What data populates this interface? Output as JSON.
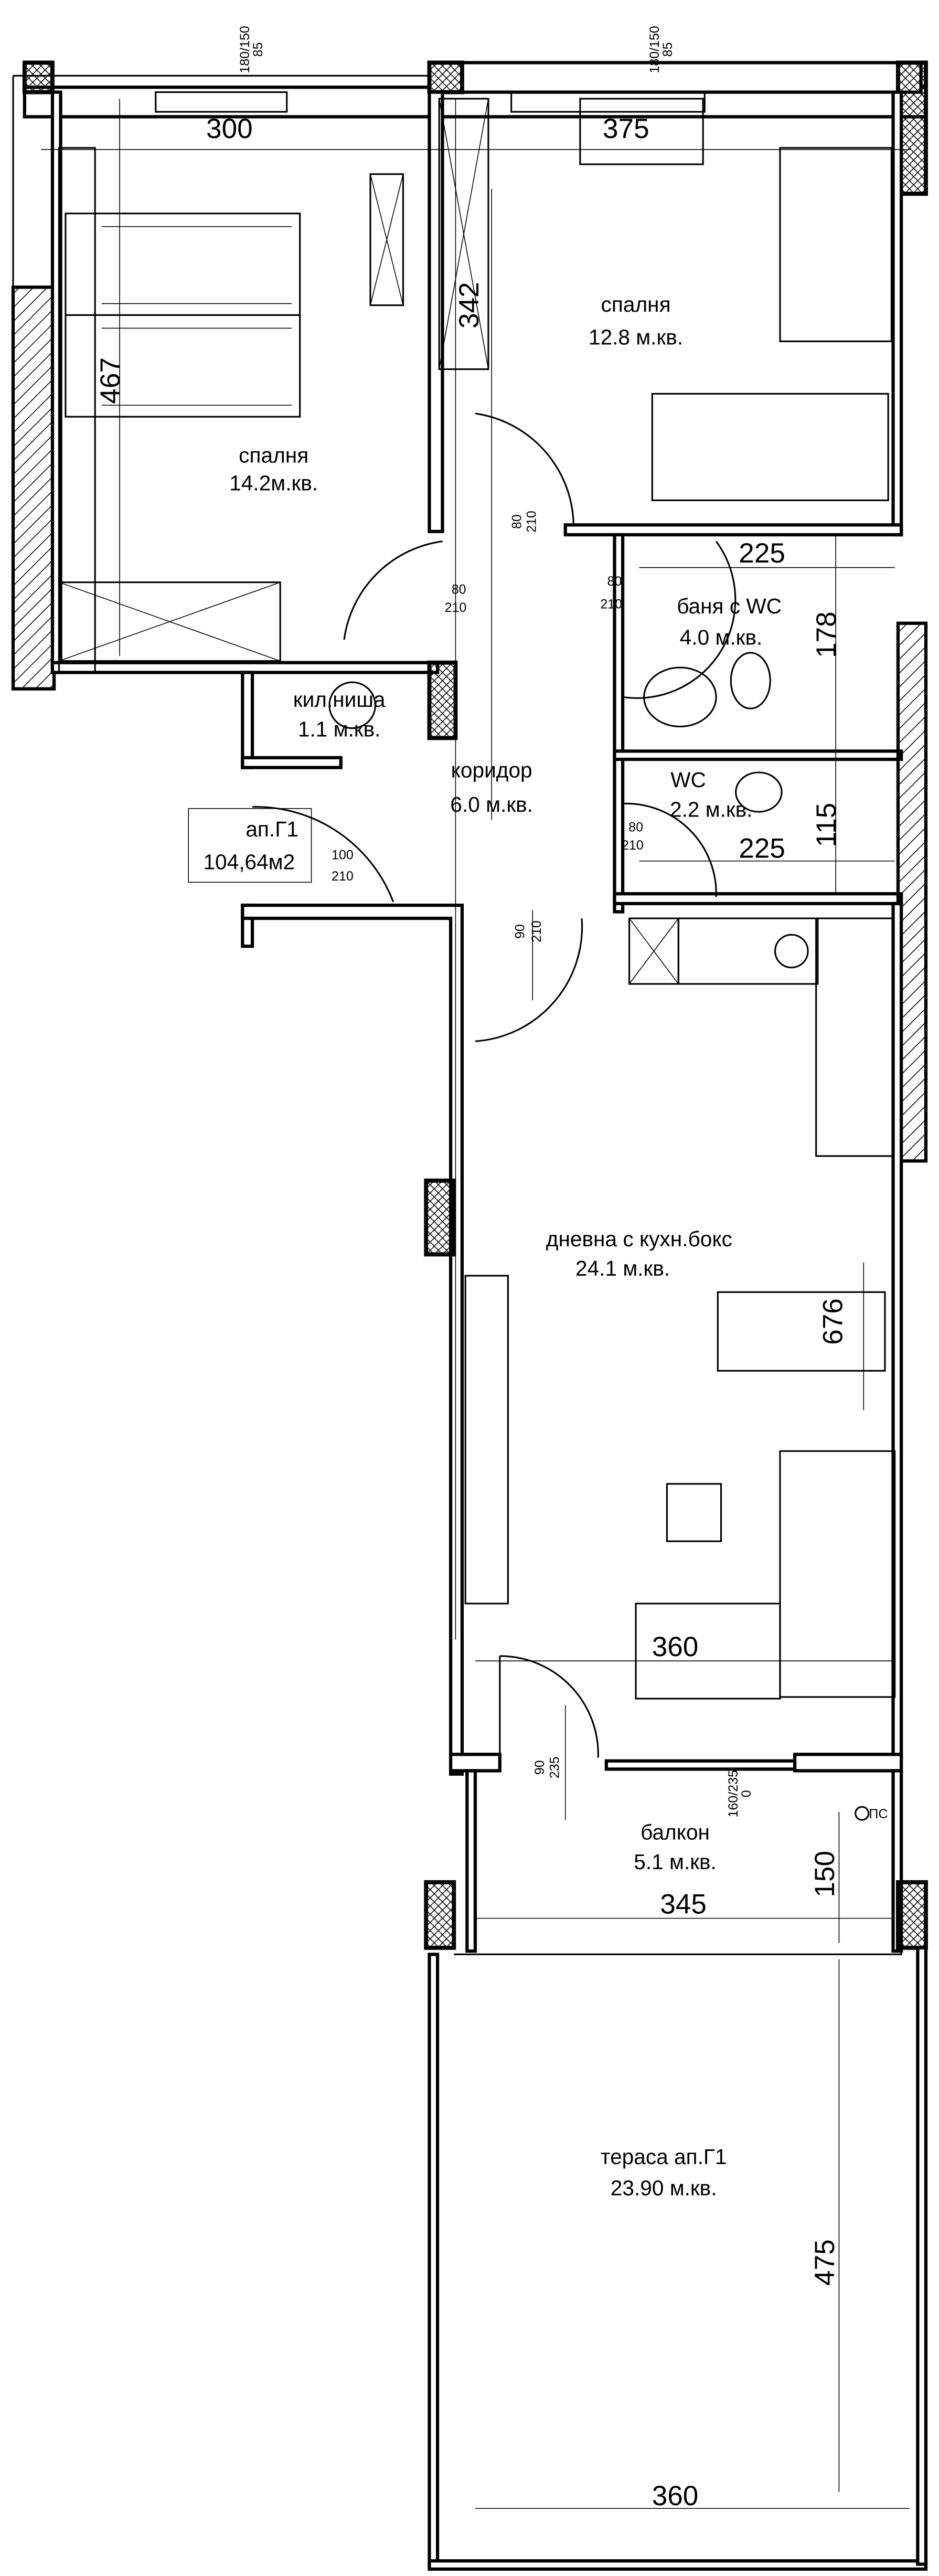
{
  "rooms": {
    "bedroom1": {
      "name": "спалня",
      "area": "14.2м.кв."
    },
    "bedroom2": {
      "name": "спалня",
      "area": "12.8 м.кв."
    },
    "bathroom": {
      "name": "баня с WC",
      "area": "4.0 м.кв."
    },
    "wc": {
      "name": "WC",
      "area": "2.2 м.кв."
    },
    "closet": {
      "name": "кил.ниша",
      "area": "1.1 м.кв."
    },
    "corridor": {
      "name": "коридор",
      "area": "6.0 м.кв."
    },
    "living": {
      "name": "дневна с кухн.бокс",
      "area": "24.1 м.кв."
    },
    "balcony": {
      "name": "балкон",
      "area": "5.1 м.кв."
    },
    "terrace": {
      "name": "тераса ап.Г1",
      "area": "23.90 м.кв."
    }
  },
  "apartment": {
    "name": "ап.Г1",
    "area": "104,64м2"
  },
  "dimensions": {
    "d300": "300",
    "d375": "375",
    "d342": "342",
    "d467": "467",
    "d225a": "225",
    "d178": "178",
    "d225b": "225",
    "d115": "115",
    "d676": "676",
    "d360a": "360",
    "d345": "345",
    "d150": "150",
    "d475": "475",
    "d360b": "360"
  },
  "openings": {
    "win1": {
      "top": "180/150",
      "bottom": "85"
    },
    "win2": {
      "top": "180/150",
      "bottom": "85"
    },
    "door_bed2": {
      "top": "80",
      "bottom": "210"
    },
    "door_bed1": {
      "top": "80",
      "bottom": "210"
    },
    "door_bath": {
      "top": "80",
      "bottom": "210"
    },
    "door_wc": {
      "top": "80",
      "bottom": "210"
    },
    "door_entry": {
      "top": "100",
      "bottom": "210"
    },
    "door_living": {
      "top": "90",
      "bottom": "210"
    },
    "door_balcony": {
      "top": "90",
      "bottom": "235"
    },
    "win_balcony": {
      "top": "160/235",
      "bottom": "0"
    },
    "shaft": "ПС"
  }
}
